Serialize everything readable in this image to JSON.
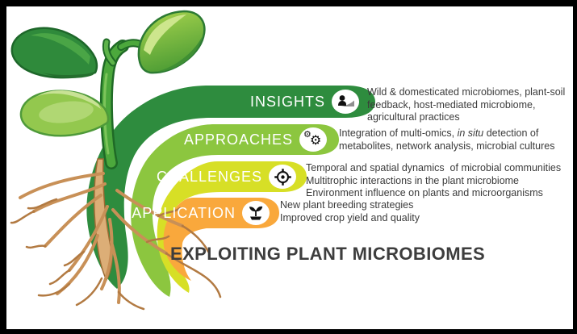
{
  "title": "EXPLOITING PLANT MICROBIOMES",
  "bands": [
    {
      "label": "INSIGHTS",
      "icon": "presenter-landscape-icon",
      "color": "#2e8c3e",
      "lines": [
        "Wild & domesticated microbiomes, plant-soil",
        "feedback, host-mediated microbiome,",
        "agricultural practices"
      ]
    },
    {
      "label": "APPROACHES",
      "icon": "gears-icon",
      "color": "#8cc63f",
      "glyph": "⚙",
      "line1": {
        "pre": "Integration of multi-omics, ",
        "italic": "in situ",
        "post": " detection of"
      },
      "line2": "metabolites, network analysis, microbial cultures"
    },
    {
      "label": "CHALLENGES",
      "icon": "target-icon",
      "color": "#d7df26",
      "lines": [
        "Temporal and spatial dynamics  of microbial communities",
        "Multitrophic interactions in the plant microbiome",
        "Environment influence on plants and microorganisms"
      ]
    },
    {
      "label": "APPLICATION",
      "icon": "seedling-icon",
      "color": "#f9a83c",
      "lines": [
        "New plant breeding strategies",
        "Improved crop yield and quality"
      ]
    }
  ],
  "palette": {
    "insights_green": "#2e8c3e",
    "approaches_green": "#8cc63f",
    "challenges_yellow_green": "#d7df26",
    "application_orange": "#f9a83c",
    "text_gray": "#3b3b3b",
    "frame_black": "#000000"
  }
}
